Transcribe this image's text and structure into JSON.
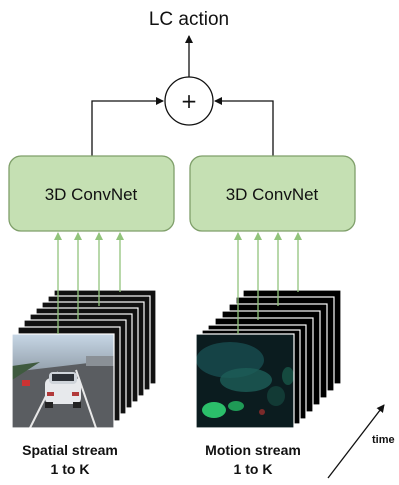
{
  "diagram": {
    "output_label": "LC action",
    "fusion_symbol": "+",
    "left_box_label": "3D ConvNet",
    "right_box_label": "3D ConvNet",
    "left_caption_line1": "Spatial stream",
    "left_caption_line2": "1 to K",
    "right_caption_line1": "Motion stream",
    "right_caption_line2": "1 to K",
    "time_label": "time",
    "colors": {
      "box_fill": "#c5e0b3",
      "box_stroke": "#7f9f6a",
      "input_arrow": "#92c47c",
      "line": "#111111"
    }
  }
}
